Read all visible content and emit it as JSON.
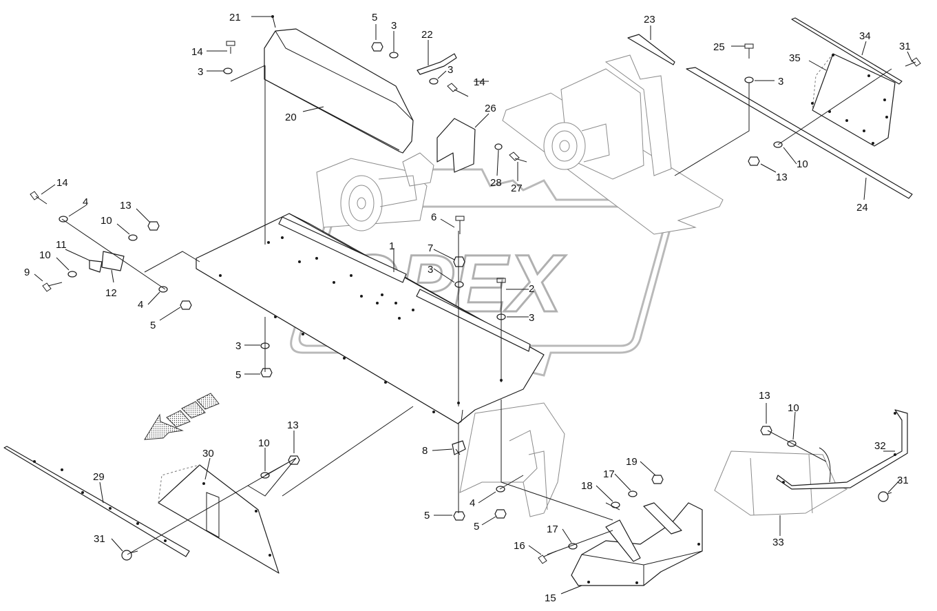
{
  "diagram": {
    "watermark": "OPEX",
    "callouts": [
      {
        "id": "c21",
        "label": "21"
      },
      {
        "id": "c14a",
        "label": "14"
      },
      {
        "id": "c3a",
        "label": "3"
      },
      {
        "id": "c20",
        "label": "20"
      },
      {
        "id": "c5a",
        "label": "5"
      },
      {
        "id": "c3b",
        "label": "3"
      },
      {
        "id": "c22",
        "label": "22"
      },
      {
        "id": "c3c",
        "label": "3"
      },
      {
        "id": "c14b",
        "label": "14"
      },
      {
        "id": "c23",
        "label": "23"
      },
      {
        "id": "c26",
        "label": "26"
      },
      {
        "id": "c28",
        "label": "28"
      },
      {
        "id": "c27",
        "label": "27"
      },
      {
        "id": "c25",
        "label": "25"
      },
      {
        "id": "c3d",
        "label": "3"
      },
      {
        "id": "c34",
        "label": "34"
      },
      {
        "id": "c35",
        "label": "35"
      },
      {
        "id": "c31a",
        "label": "31"
      },
      {
        "id": "c10a",
        "label": "10"
      },
      {
        "id": "c13a",
        "label": "13"
      },
      {
        "id": "c24",
        "label": "24"
      },
      {
        "id": "c14c",
        "label": "14"
      },
      {
        "id": "c4a",
        "label": "4"
      },
      {
        "id": "c13b",
        "label": "13"
      },
      {
        "id": "c10b",
        "label": "10"
      },
      {
        "id": "c11",
        "label": "11"
      },
      {
        "id": "c10c",
        "label": "10"
      },
      {
        "id": "c9",
        "label": "9"
      },
      {
        "id": "c12",
        "label": "12"
      },
      {
        "id": "c4b",
        "label": "4"
      },
      {
        "id": "c5b",
        "label": "5"
      },
      {
        "id": "c6",
        "label": "6"
      },
      {
        "id": "c1",
        "label": "1"
      },
      {
        "id": "c7",
        "label": "7"
      },
      {
        "id": "c3e",
        "label": "3"
      },
      {
        "id": "c2",
        "label": "2"
      },
      {
        "id": "c3f",
        "label": "3"
      },
      {
        "id": "c3g",
        "label": "3"
      },
      {
        "id": "c5c",
        "label": "5"
      },
      {
        "id": "c13c",
        "label": "13"
      },
      {
        "id": "c10d",
        "label": "10"
      },
      {
        "id": "c32",
        "label": "32"
      },
      {
        "id": "c31b",
        "label": "31"
      },
      {
        "id": "c33",
        "label": "33"
      },
      {
        "id": "c30",
        "label": "30"
      },
      {
        "id": "c10e",
        "label": "10"
      },
      {
        "id": "c13d",
        "label": "13"
      },
      {
        "id": "c29",
        "label": "29"
      },
      {
        "id": "c31c",
        "label": "31"
      },
      {
        "id": "c8",
        "label": "8"
      },
      {
        "id": "c4c",
        "label": "4"
      },
      {
        "id": "c5d",
        "label": "5"
      },
      {
        "id": "c5e",
        "label": "5"
      },
      {
        "id": "c19",
        "label": "19"
      },
      {
        "id": "c17a",
        "label": "17"
      },
      {
        "id": "c18",
        "label": "18"
      },
      {
        "id": "c17b",
        "label": "17"
      },
      {
        "id": "c16",
        "label": "16"
      },
      {
        "id": "c15",
        "label": "15"
      }
    ]
  }
}
